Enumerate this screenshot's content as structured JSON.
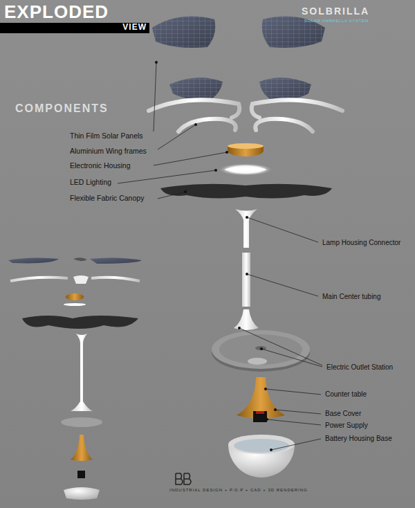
{
  "diagram": {
    "title": "EXPLODED",
    "labels": [
      "VIEW",
      "SOLBRILLA",
      "SOLAR UMBRELLA SYSTEM",
      "COMPONENTS",
      "Thin Film Solar Panels",
      "Aluminium Wing frames",
      "Electronic Housing",
      "LED Lighting",
      "Flexible Fabric Canopy",
      "Lamp Housing Connector",
      "Main Center tubing",
      "Electric Outlet Station",
      "Counter table",
      "Base Cover",
      "Power Supply",
      "Battery Housing Base",
      "INDUSTRIAL DESIGN + P.O.P + CAD + 3D RENDERING"
    ]
  }
}
